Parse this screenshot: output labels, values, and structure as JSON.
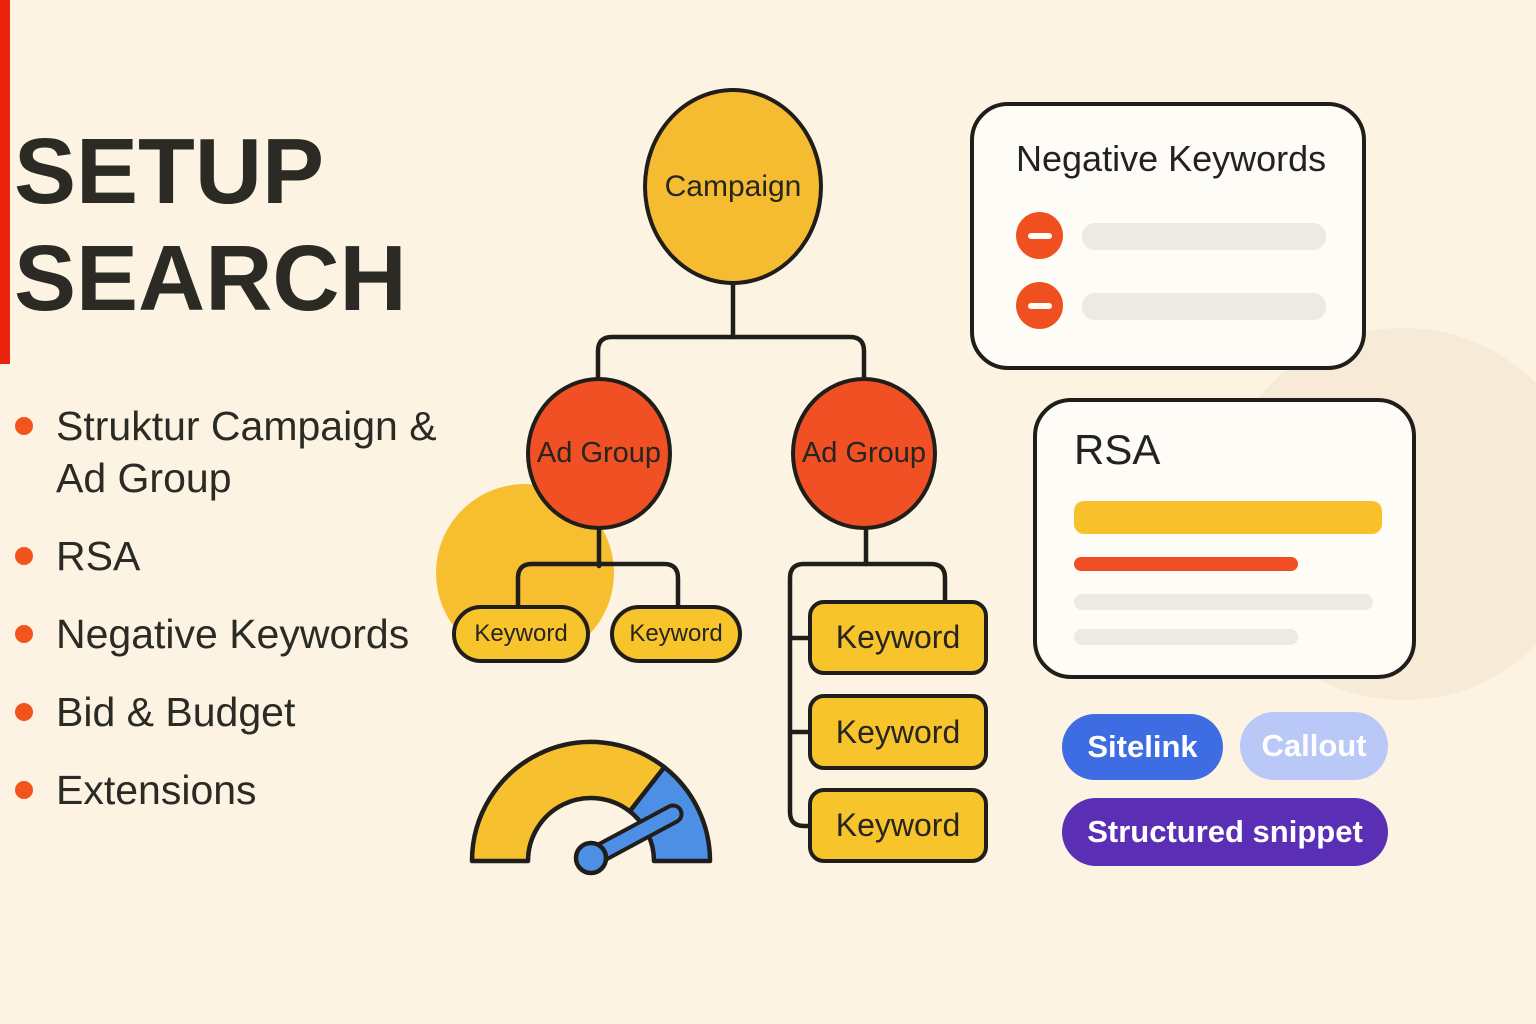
{
  "infographic": {
    "title_lines": [
      "SETUP",
      "SEARCH"
    ]
  },
  "checklist": {
    "items": [
      {
        "label": "Struktur Campaign & Ad Group"
      },
      {
        "label": "RSA"
      },
      {
        "label": "Negative Keywords"
      },
      {
        "label": "Bid & Budget"
      },
      {
        "label": "Extensions"
      }
    ]
  },
  "tree": {
    "campaign_label": "Campaign",
    "ad_group_left_label": "Ad Group",
    "ad_group_right_label": "Ad Group",
    "keywords_left": [
      "Keyword",
      "Keyword"
    ],
    "keywords_right": [
      "Keyword",
      "Keyword",
      "Keyword"
    ]
  },
  "negative_keywords_card": {
    "title": "Negative Keywords",
    "placeholder_rows": 2
  },
  "rsa_card": {
    "title": "RSA"
  },
  "extensions": {
    "sitelink_label": "Sitelink",
    "callout_label": "Callout",
    "structured_snippet_label": "Structured snippet"
  },
  "colors": {
    "background": "#fcf3e3",
    "outline": "#1f1e1a",
    "node_yellow": "#f7c02f",
    "node_orange": "#f05023",
    "bullet_orange": "#f3541d",
    "gauge_blue": "#4e8fe6",
    "sitelink_blue": "#3e6ce2",
    "callout_lavender": "#b9c8f6",
    "snippet_purple": "#5a2fb6",
    "card_background": "#fdfcf6",
    "placeholder_gray": "#ebeae4",
    "edge_red": "#ea230d"
  }
}
